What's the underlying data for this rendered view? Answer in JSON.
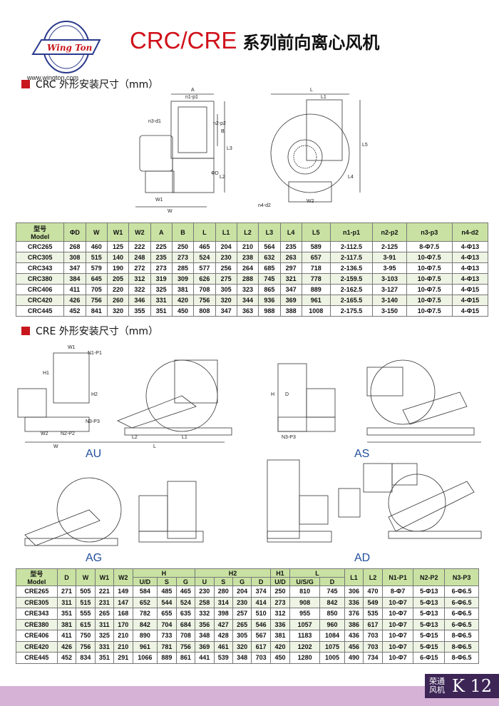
{
  "logo": {
    "brand": "Wing Ton",
    "url": "www.wington.com"
  },
  "title": {
    "code": "CRC/CRE",
    "cn": "系列前向离心风机"
  },
  "crc_section": {
    "heading": "CRC 外形安装尺寸（mm）",
    "drawing_labels": {
      "a": "A",
      "n1p1": "n1-p1",
      "n2p2": "n2-p2",
      "n3d1": "n3-d1",
      "b": "B",
      "l3": "L3",
      "l2": "L2",
      "phid": "ΦD",
      "w1": "W1",
      "w": "W",
      "l": "L",
      "l1": "L1",
      "l5": "L5",
      "l4": "L4",
      "n4d2": "n4-d2",
      "w2": "W2"
    },
    "table": {
      "headers": [
        "型号\nModel",
        "ΦD",
        "W",
        "W1",
        "W2",
        "A",
        "B",
        "L",
        "L1",
        "L2",
        "L3",
        "L4",
        "L5",
        "n1-p1",
        "n2-p2",
        "n3-p3",
        "n4-d2"
      ],
      "rows": [
        [
          "CRC265",
          "268",
          "460",
          "125",
          "222",
          "225",
          "250",
          "465",
          "204",
          "210",
          "564",
          "235",
          "589",
          "2-112.5",
          "2-125",
          "8-Φ7.5",
          "4-Φ13"
        ],
        [
          "CRC305",
          "308",
          "515",
          "140",
          "248",
          "235",
          "273",
          "524",
          "230",
          "238",
          "632",
          "263",
          "657",
          "2-117.5",
          "3-91",
          "10-Φ7.5",
          "4-Φ13"
        ],
        [
          "CRC343",
          "347",
          "579",
          "190",
          "272",
          "273",
          "285",
          "577",
          "256",
          "264",
          "685",
          "297",
          "718",
          "2-136.5",
          "3-95",
          "10-Φ7.5",
          "4-Φ13"
        ],
        [
          "CRC380",
          "384",
          "645",
          "205",
          "312",
          "319",
          "309",
          "626",
          "275",
          "288",
          "745",
          "321",
          "778",
          "2-159.5",
          "3-103",
          "10-Φ7.5",
          "4-Φ13"
        ],
        [
          "CRC406",
          "411",
          "705",
          "220",
          "322",
          "325",
          "381",
          "708",
          "305",
          "323",
          "865",
          "347",
          "889",
          "2-162.5",
          "3-127",
          "10-Φ7.5",
          "4-Φ15"
        ],
        [
          "CRC420",
          "426",
          "756",
          "260",
          "346",
          "331",
          "420",
          "756",
          "320",
          "344",
          "936",
          "369",
          "961",
          "2-165.5",
          "3-140",
          "10-Φ7.5",
          "4-Φ15"
        ],
        [
          "CRC445",
          "452",
          "841",
          "320",
          "355",
          "351",
          "450",
          "808",
          "347",
          "363",
          "988",
          "388",
          "1008",
          "2-175.5",
          "3-150",
          "10-Φ7.5",
          "4-Φ15"
        ]
      ]
    }
  },
  "cre_section": {
    "heading": "CRE 外形安装尺寸（mm）",
    "views": [
      "AU",
      "AS",
      "AG",
      "AD"
    ],
    "drawing_labels": {
      "w1": "W1",
      "n1p1": "N1-P1",
      "n3p3": "N3-P3",
      "n2p2": "N2-P2",
      "w2": "W2",
      "w": "W",
      "l": "L",
      "l1": "L1",
      "l2": "L2",
      "h": "H",
      "h1": "H1",
      "h2": "H2",
      "d": "D"
    },
    "table": {
      "header_top": [
        {
          "t": "型号\nModel",
          "rs": 2
        },
        {
          "t": "D",
          "rs": 2
        },
        {
          "t": "W",
          "rs": 2
        },
        {
          "t": "W1",
          "rs": 2
        },
        {
          "t": "W2",
          "rs": 2
        },
        {
          "t": "H",
          "cs": 3
        },
        {
          "t": "H2",
          "cs": 4
        },
        {
          "t": "H1"
        },
        {
          "t": "L",
          "cs": 2
        },
        {
          "t": "L1",
          "rs": 2
        },
        {
          "t": "L2",
          "rs": 2
        },
        {
          "t": "N1-P1",
          "rs": 2
        },
        {
          "t": "N2-P2",
          "rs": 2
        },
        {
          "t": "N3-P3",
          "rs": 2
        }
      ],
      "header_sub": [
        "U/D",
        "S",
        "G",
        "U",
        "S",
        "G",
        "D",
        "U/D",
        "U/S/G",
        "D"
      ],
      "rows": [
        [
          "CRE265",
          "271",
          "505",
          "221",
          "149",
          "584",
          "485",
          "465",
          "230",
          "280",
          "204",
          "374",
          "250",
          "810",
          "745",
          "306",
          "470",
          "8-Φ7",
          "5-Φ13",
          "6-Φ6.5"
        ],
        [
          "CRE305",
          "311",
          "515",
          "231",
          "147",
          "652",
          "544",
          "524",
          "258",
          "314",
          "230",
          "414",
          "273",
          "908",
          "842",
          "336",
          "549",
          "10-Φ7",
          "5-Φ13",
          "6-Φ6.5"
        ],
        [
          "CRE343",
          "351",
          "555",
          "265",
          "168",
          "782",
          "655",
          "635",
          "332",
          "398",
          "257",
          "510",
          "312",
          "955",
          "850",
          "376",
          "535",
          "10-Φ7",
          "5-Φ13",
          "6-Φ6.5"
        ],
        [
          "CRE380",
          "381",
          "615",
          "311",
          "170",
          "842",
          "704",
          "684",
          "356",
          "427",
          "265",
          "546",
          "336",
          "1057",
          "960",
          "386",
          "617",
          "10-Φ7",
          "5-Φ13",
          "6-Φ6.5"
        ],
        [
          "CRE406",
          "411",
          "750",
          "325",
          "210",
          "890",
          "733",
          "708",
          "348",
          "428",
          "305",
          "567",
          "381",
          "1183",
          "1084",
          "436",
          "703",
          "10-Φ7",
          "5-Φ15",
          "8-Φ6.5"
        ],
        [
          "CRE420",
          "426",
          "756",
          "331",
          "210",
          "961",
          "781",
          "756",
          "369",
          "461",
          "320",
          "617",
          "420",
          "1202",
          "1075",
          "456",
          "703",
          "10-Φ7",
          "5-Φ15",
          "8-Φ6.5"
        ],
        [
          "CRE445",
          "452",
          "834",
          "351",
          "291",
          "1066",
          "889",
          "861",
          "441",
          "539",
          "348",
          "703",
          "450",
          "1280",
          "1005",
          "490",
          "734",
          "10-Φ7",
          "6-Φ15",
          "8-Φ6.5"
        ]
      ]
    }
  },
  "footer": {
    "brand": "荣通风机",
    "page": "K 12"
  },
  "colors": {
    "red": "#d0101a",
    "header_green": "#c9e2a3",
    "label_blue": "#1f4e9c",
    "footer_purple": "#3d2556"
  }
}
